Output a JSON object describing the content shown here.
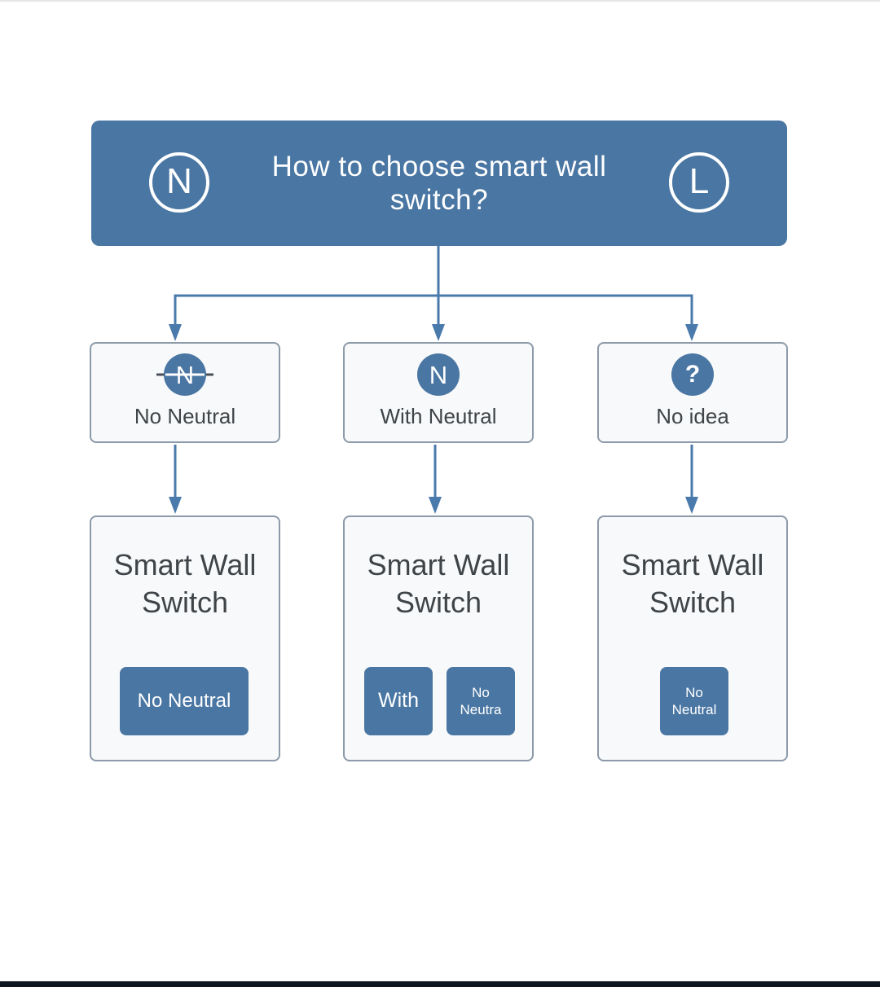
{
  "colors": {
    "accent": "#4a76a3",
    "line": "#4a7aab",
    "card_border": "#8c9aa9",
    "card_bg": "#f8f9fa",
    "text": "#3f4448",
    "strike": "#4a5058",
    "bottom_bar": "#0e1621",
    "top_line": "#e5e5e5"
  },
  "header": {
    "badge_left": "N",
    "badge_right": "L",
    "title_line1": "How to choose smart wall",
    "title_line2": "switch?"
  },
  "options": [
    {
      "icon": "N",
      "label": "No Neutral",
      "icon_style": "crossed"
    },
    {
      "icon": "N",
      "label": "With Neutral",
      "icon_style": "plain"
    },
    {
      "icon": "?",
      "label": "No idea",
      "icon_style": "plain"
    }
  ],
  "results": [
    {
      "title": "Smart Wall Switch",
      "buttons": [
        "No Neutral"
      ]
    },
    {
      "title": "Smart Wall Switch",
      "buttons": [
        "With",
        "No Neutra"
      ]
    },
    {
      "title": "Smart Wall Switch",
      "buttons": [
        "No Neutral"
      ]
    }
  ]
}
